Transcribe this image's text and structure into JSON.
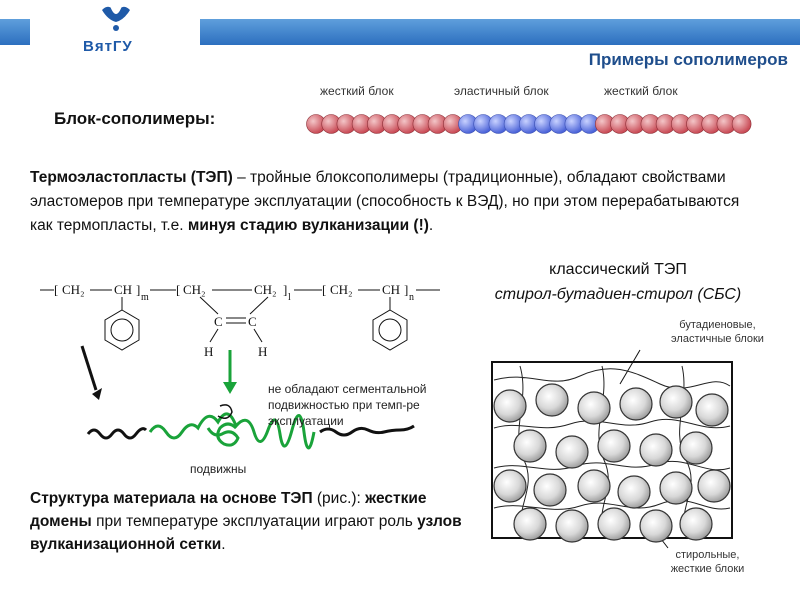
{
  "header": {
    "logo_text": "ВятГУ",
    "slide_title": "Примеры сополимеров"
  },
  "block_section": {
    "heading": "Блок-сополимеры:",
    "chain_labels": [
      "жесткий блок",
      "эластичный блок",
      "жесткий блок"
    ]
  },
  "tpe": {
    "term": "Термоэластопласты (ТЭП)",
    "text": " – тройные блоксополимеры (традиционные), обладают свойствами эластомеров при температуре эксплуатации (способность к ВЭД), но при этом перерабатываются как термопласты, т.е. ",
    "emphasis": "минуя стадию вулканизации (!)",
    "end": "."
  },
  "formula": {
    "unit1": "CH₂",
    "unit1b": "CH",
    "sub_m": "m",
    "unit2": "CH₂",
    "unit2b": "CH₂",
    "sub_l": "l",
    "c1": "C",
    "c2": "C",
    "h1": "H",
    "h2": "H",
    "unit3": "CH₂",
    "unit3b": "CH",
    "sub_n": "n"
  },
  "classic": {
    "line1": "классический ТЭП",
    "line2": "стирол-бутадиен-стирол (СБС)"
  },
  "notes": {
    "segmental": "не обладают  сегментальной подвижностью при  темп-ре эксплуатации",
    "mobile": "подвижны"
  },
  "structure_para": {
    "b1": "Структура материала на основе ТЭП",
    "t1": " (рис.): ",
    "b2": "жесткие домены",
    "t2": " при температуре эксплуатации играют роль ",
    "b3": "узлов вулканизационной сетки",
    "t3": "."
  },
  "figure": {
    "label_top": "бутадиеновые,\nэластичные блоки",
    "label_bottom": "стирольные,\nжесткие блоки"
  },
  "colors": {
    "header_blue": "#2c6fbf",
    "title_blue": "#1f4e8c",
    "hard_bead": "#c94a55",
    "soft_bead": "#4a62d8",
    "green": "#1aa33a"
  }
}
